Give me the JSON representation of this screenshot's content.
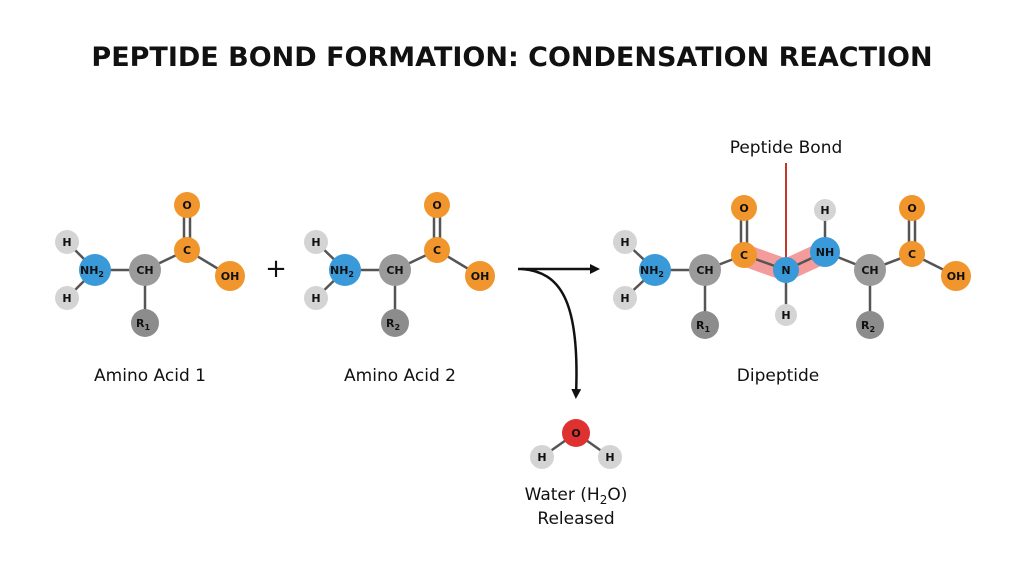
{
  "title": "PEPTIDE BOND FORMATION: CONDENSATION REACTION",
  "plus_sign": "+",
  "colors": {
    "nitrogen": "#3a9ad9",
    "carbon_alpha": "#9a9a9a",
    "oxygen_carboxyl": "#f0962d",
    "hydrogen": "#d4d4d4",
    "r_group": "#8c8c8c",
    "water_oxygen": "#e03131",
    "bond_highlight": "#f28b8b",
    "callout_line": "#c0392b"
  },
  "amino_acid_1": {
    "caption": "Amino Acid 1",
    "atoms": {
      "h_top": "H",
      "h_bottom": "H",
      "n": "NH",
      "n_sub": "2",
      "ca": "CH",
      "c": "C",
      "o": "O",
      "oh": "OH",
      "r": "R",
      "r_sub": "1"
    }
  },
  "amino_acid_2": {
    "caption": "Amino Acid 2",
    "atoms": {
      "h_top": "H",
      "h_bottom": "H",
      "n": "NH",
      "n_sub": "2",
      "ca": "CH",
      "c": "C",
      "o": "O",
      "oh": "OH",
      "r": "R",
      "r_sub": "2"
    }
  },
  "dipeptide": {
    "caption": "Dipeptide",
    "callout": "Peptide Bond",
    "atoms": {
      "h_top": "H",
      "h_bottom": "H",
      "n1": "NH",
      "n1_sub": "2",
      "ca1": "CH",
      "c1": "C",
      "o1": "O",
      "r1": "R",
      "r1_sub": "1",
      "n_bond": "N",
      "h_bond": "H",
      "nh": "NH",
      "h_nh": "H",
      "ca2": "CH",
      "c2": "C",
      "o2": "O",
      "oh": "OH",
      "r2": "R",
      "r2_sub": "2"
    }
  },
  "water": {
    "o": "O",
    "h_left": "H",
    "h_right": "H",
    "caption_line1_pre": "Water (H",
    "caption_line1_sub": "2",
    "caption_line1_post": "O)",
    "caption_line2": "Released"
  }
}
